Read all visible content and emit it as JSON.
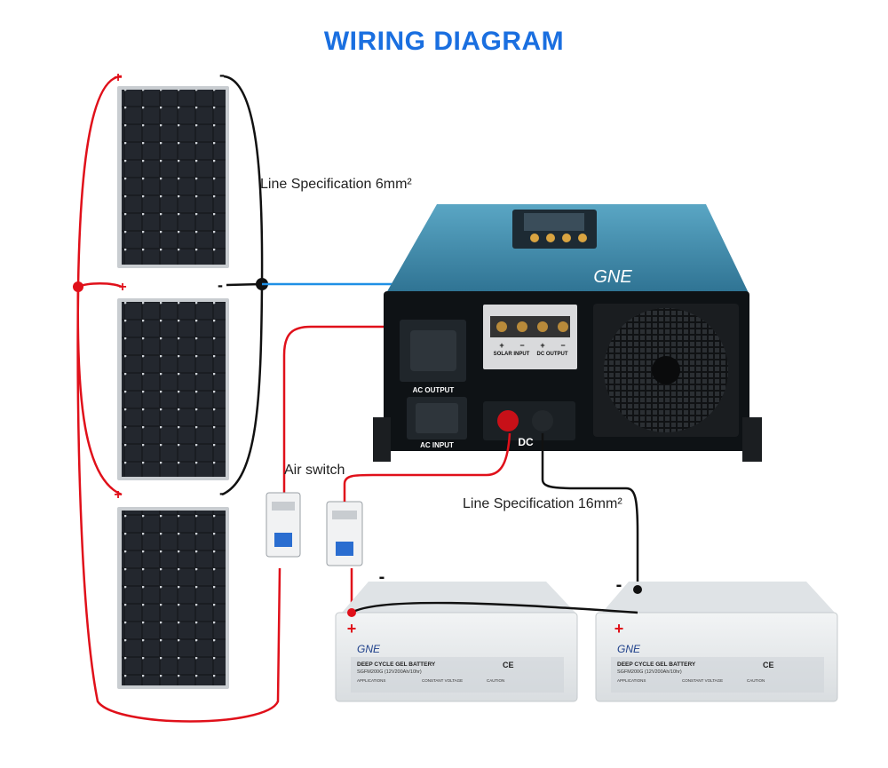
{
  "title": "WIRING DIAGRAM",
  "labels": {
    "line_spec_top": "Line Specification 6mm²",
    "line_spec_bottom": "Line Specification 16mm²",
    "air_switch": "Air switch"
  },
  "inverter": {
    "brand": "GNE",
    "ac_output": "AC OUTPUT",
    "ac_input": "AC INPUT",
    "solar_input": "SOLAR INPUT",
    "dc_output": "DC OUTPUT",
    "dc_label": "DC",
    "plus": "+",
    "minus": "−"
  },
  "battery": {
    "brand": "GNE",
    "type": "DEEP CYCLE GEL BATTERY",
    "model": "SGFM200G (12V200Ah/10hr)",
    "applications": "APPLICATIONS",
    "constant_voltage": "CONSTANT VOLTAGE",
    "caution": "CAUTION",
    "ce": "CE"
  },
  "terminals": {
    "plus": "+",
    "minus": "-"
  },
  "colors": {
    "title": "#1a6fe0",
    "positive_wire": "#e0101a",
    "negative_wire": "#111111",
    "signal_wire": "#1e90e6",
    "inverter_body": "#3a86a8",
    "panel_cell": "#1a1d22",
    "battery_body": "#e7eaec"
  }
}
